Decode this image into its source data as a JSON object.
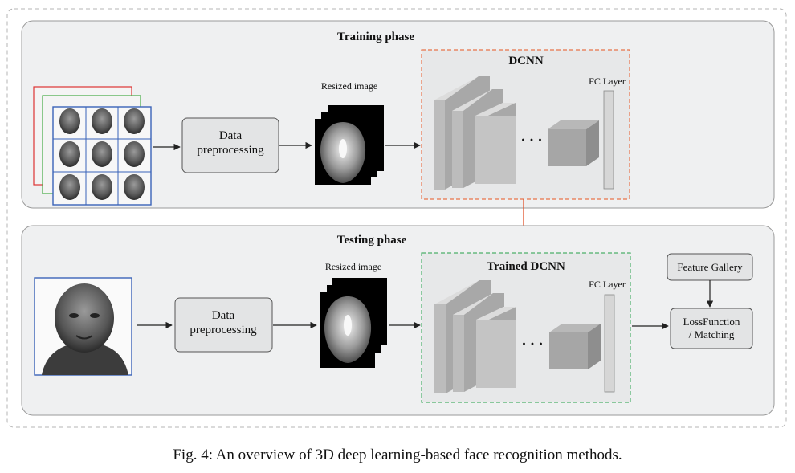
{
  "training": {
    "title": "Training phase",
    "resized_label": "Resized image",
    "data_box": [
      "Data",
      "preprocessing"
    ],
    "dcnn_title": "DCNN",
    "fc_label": "FC Layer"
  },
  "testing": {
    "title": "Testing phase",
    "resized_label": "Resized image",
    "data_box": [
      "Data",
      "preprocessing"
    ],
    "dcnn_title": "Trained DCNN",
    "fc_label": "FC Layer",
    "feature_gallery": "Feature Gallery",
    "loss_box": [
      "LossFunction",
      "/ Matching"
    ]
  },
  "ellipsis": "· · ·",
  "caption": "Fig. 4: An overview of 3D deep learning-based face recognition methods.",
  "colors": {
    "panel_fill": "#eff0f1",
    "panel_stroke": "#9a9a9a",
    "box_fill": "#e3e4e5",
    "train_dash": "#e8734a",
    "test_dash": "#4caf6a",
    "link_arrow": "#e0522a",
    "layer_front": "#bcbcbc",
    "layer_top": "#dcdcdc",
    "layer_side": "#a8a8a8"
  },
  "icons": [
    "face-scan-grid-icon",
    "face-depth-image-icon",
    "face-photo-icon",
    "arrow-icon"
  ]
}
